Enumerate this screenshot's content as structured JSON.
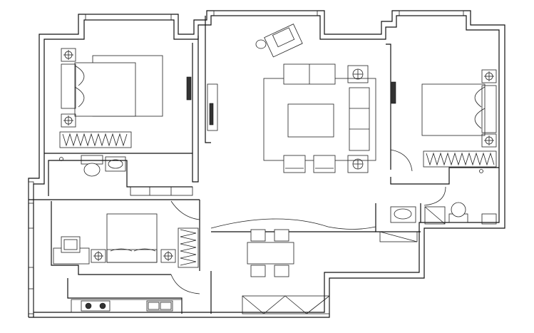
{
  "drawing": {
    "kind": "apartment-floor-plan",
    "style": "black line drawing on white",
    "text_labels": []
  },
  "rooms": [
    {
      "name": "master-bedroom-left",
      "furniture": [
        "double-bed",
        "nightstand-lamps",
        "wardrobe",
        "wall-tv"
      ]
    },
    {
      "name": "bathroom-left",
      "furniture": [
        "toilet",
        "washbasin",
        "vanity-counter"
      ]
    },
    {
      "name": "second-bedroom",
      "furniture": [
        "double-bed",
        "nightstand-lamps",
        "wardrobe",
        "armchair",
        "tv-cabinet"
      ]
    },
    {
      "name": "kitchen",
      "furniture": [
        "gas-hob",
        "double-sink",
        "counter"
      ]
    },
    {
      "name": "living-room",
      "furniture": [
        "three-seat-sofa",
        "loveseat",
        "coffee-table",
        "armchairs",
        "side-tables",
        "tv-unit",
        "lounge-chair",
        "rug"
      ]
    },
    {
      "name": "dining-area",
      "furniture": [
        "dining-table",
        "dining-chairs",
        "sideboard"
      ]
    },
    {
      "name": "bedroom-right",
      "furniture": [
        "double-bed",
        "nightstand-lamps",
        "wardrobe",
        "wall-tv"
      ]
    },
    {
      "name": "bathroom-right",
      "furniture": [
        "toilet",
        "washbasin",
        "shower-tray"
      ]
    }
  ],
  "colors": {
    "line": "#111111",
    "background": "#ffffff"
  }
}
